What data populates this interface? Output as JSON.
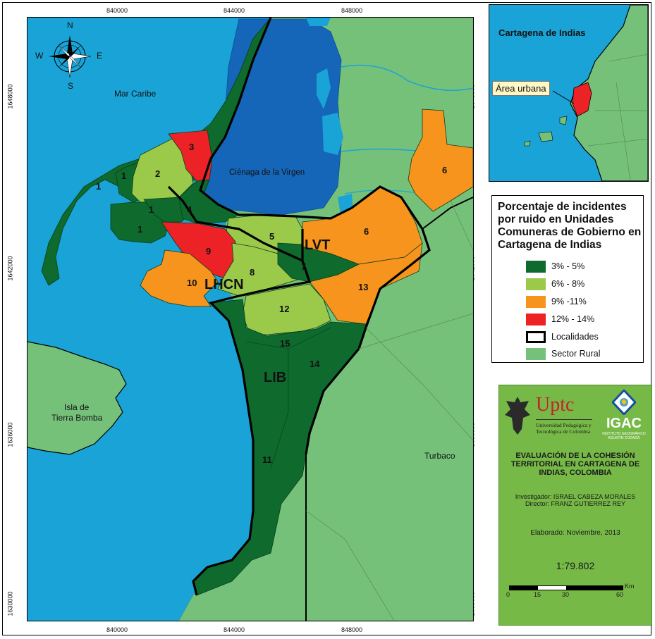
{
  "axis": {
    "x_ticks": [
      "840000",
      "844000",
      "848000"
    ],
    "y_ticks": [
      "1648000",
      "1642000",
      "1636000",
      "1630000"
    ]
  },
  "compass": {
    "n": "N",
    "s": "S",
    "e": "E",
    "w": "W"
  },
  "places": {
    "sea": "Mar Caribe",
    "lagoon": "Ciénaga de la Virgen",
    "island_line1": "Isla de",
    "island_line2": "Tierra Bomba",
    "town": "Turbaco"
  },
  "localidades": [
    "LVT",
    "LHCN",
    "LIB"
  ],
  "ucg_labels": [
    "1",
    "1",
    "1",
    "1",
    "2",
    "3",
    "4",
    "5",
    "6",
    "6",
    "7",
    "8",
    "9",
    "10",
    "11",
    "12",
    "13",
    "14",
    "15"
  ],
  "inset": {
    "title": "Cartagena  de Indias",
    "urban_label": "Área urbana"
  },
  "legend": {
    "title": "Porcentaje de incidentes por ruido en Unidades Comuneras de  Gobierno en Cartagena de Indias",
    "items": [
      {
        "label": "3% - 5%",
        "color": "#0e6a2d"
      },
      {
        "label": "6% - 8%",
        "color": "#9bca4a"
      },
      {
        "label": "9% -11%",
        "color": "#f7941d"
      },
      {
        "label": "12% - 14%",
        "color": "#ec2227"
      },
      {
        "label": "Localidades",
        "color": "#ffffff"
      },
      {
        "label": "Sector Rural",
        "color": "#76c17a"
      }
    ]
  },
  "info": {
    "uptc": "Uptc",
    "uptc_sub1": "Universidad Pedagógica y",
    "uptc_sub2": "Tecnológica de Colombia",
    "igac": "IGAC",
    "igac_sub": "INSTITUTO GEOGRÁFICO AGUSTÍN CODAZZI",
    "title": "EVALUACIÓN DE LA COHESIÓN TERRITORIAL EN CARTAGENA DE INDIAS, COLOMBIA",
    "researcher": "Investigador: ISRAEL CABEZA MORALES",
    "director": "Director: FRANZ GUTIERREZ REY",
    "date": "Elaborado: Noviembre, 2013",
    "scale": "1:79.802",
    "bar_unit": "Km",
    "bar_ticks": [
      "0",
      "15",
      "30",
      "60"
    ]
  },
  "colors": {
    "sea": "#1aa3d6",
    "lagoon": "#1566b8",
    "rural": "#76c17a",
    "dark_green": "#0e6a2d",
    "light_green": "#9bca4a",
    "orange": "#f7941d",
    "red": "#ec2227",
    "info_bg": "#76b947"
  }
}
